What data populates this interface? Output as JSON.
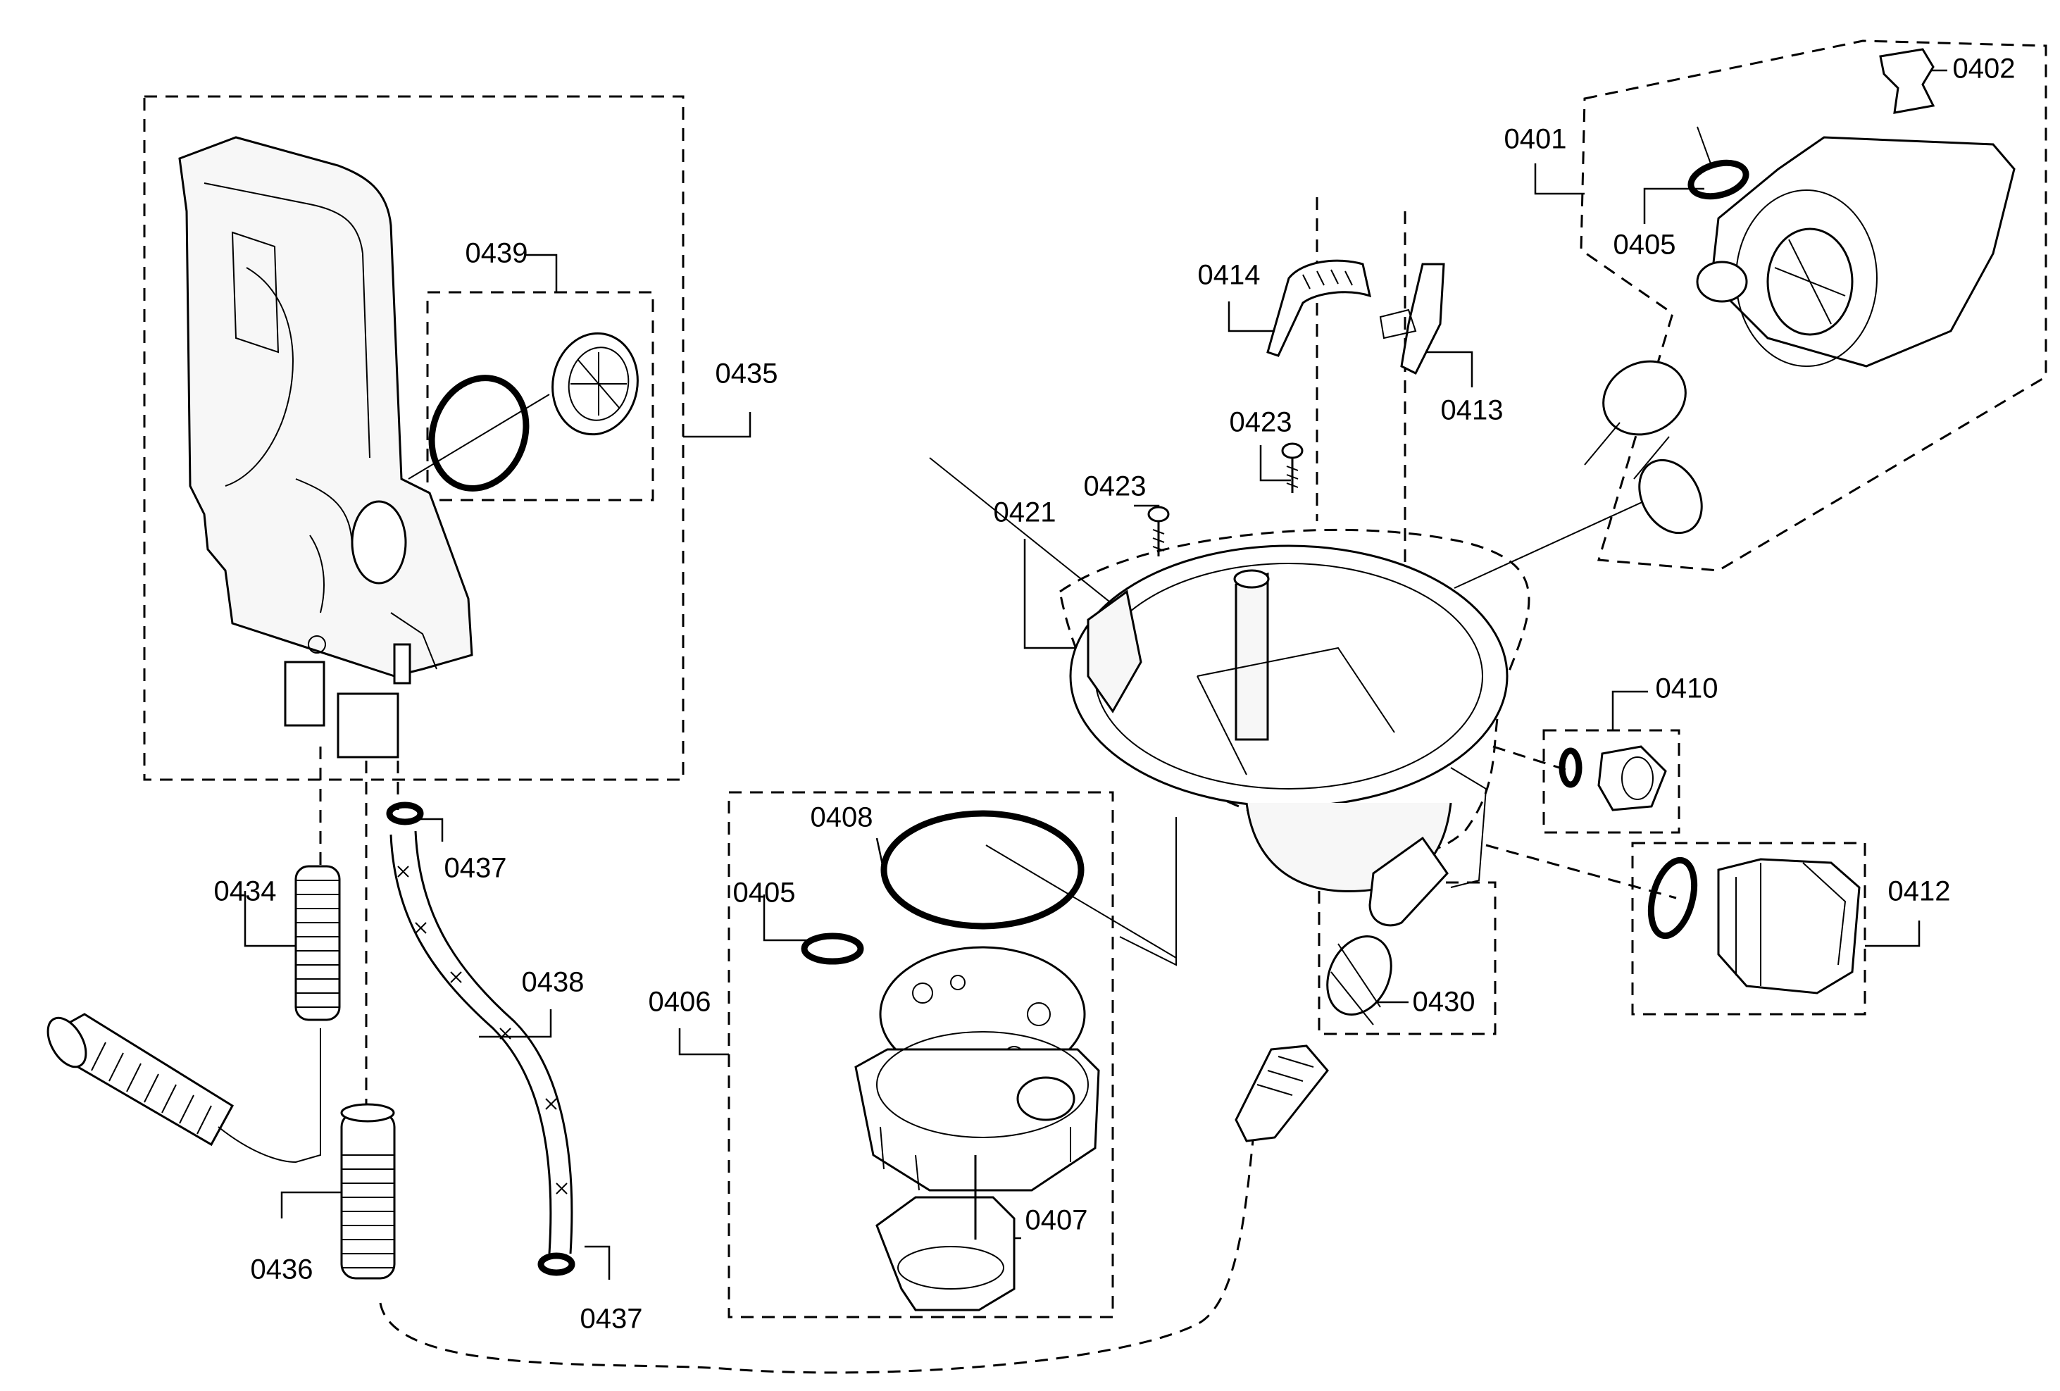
{
  "labels": {
    "l0401": "0401",
    "l0402": "0402",
    "l0405a": "0405",
    "l0405b": "0405",
    "l0406": "0406",
    "l0407": "0407",
    "l0408": "0408",
    "l0410": "0410",
    "l0412": "0412",
    "l0413": "0413",
    "l0414": "0414",
    "l0421": "0421",
    "l0423a": "0423",
    "l0423b": "0423",
    "l0430": "0430",
    "l0434": "0434",
    "l0435": "0435",
    "l0436": "0436",
    "l0437a": "0437",
    "l0437b": "0437",
    "l0438": "0438",
    "l0439": "0439"
  }
}
